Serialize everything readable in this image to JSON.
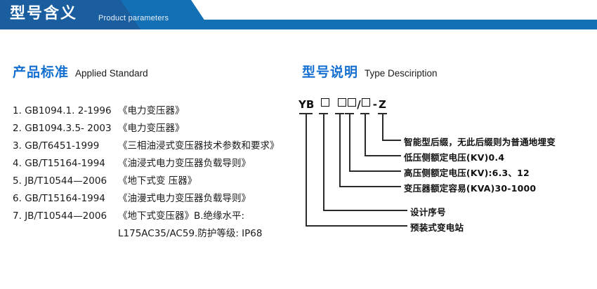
{
  "banner": {
    "title_cn": "型号含义",
    "title_en": "Product parameters",
    "color_dark": "#1a5ea0",
    "color_mid": "#1470b4"
  },
  "sections": {
    "left": {
      "title_cn": "产品标准",
      "title_en": "Applied Standard",
      "accent": "#1470d0"
    },
    "right": {
      "title_cn": "型号说明",
      "title_en": "Type Desciription",
      "accent": "#1470d0"
    }
  },
  "standards": [
    {
      "index": "1.",
      "code": "GB1094.1. 2-1996",
      "name": "《电力变压器》"
    },
    {
      "index": "2.",
      "code": "GB1094.3.5- 2003",
      "name": "《电力变压器》"
    },
    {
      "index": "3.",
      "code": "GB/T6451-1999",
      "name": "《三相油浸式变压器技术参数和要求》"
    },
    {
      "index": "4.",
      "code": "GB/T15164-1994",
      "name": "《油浸式电力变压器负载导则》"
    },
    {
      "index": "5.",
      "code": "JB/T10544—2006",
      "name": "《地下式变 压器》"
    },
    {
      "index": "6.",
      "code": "GB/T15164-1994",
      "name": "《油漫式电力变压器负载导则》"
    },
    {
      "index": "7.",
      "code": "JB/T10544—2006",
      "name": "《地下式变压器》B.绝缘水平:"
    }
  ],
  "standards_continuation": "L175AC35/AC59.防护等级: IP68",
  "type_code": {
    "prefix": "YB",
    "segments": [
      "YB",
      "box",
      "box",
      "box",
      "/",
      "box",
      "-",
      "Z"
    ],
    "display": "YB □ □□/□ - Z",
    "suffix": "Z",
    "separator": "/",
    "dash": "-"
  },
  "callouts": [
    {
      "id": "suffix",
      "text": "智能型后缀，无此后缀则为普通地埋变"
    },
    {
      "id": "lv",
      "text": "低压侧额定电压(KV)0.4"
    },
    {
      "id": "hv",
      "text": "高压侧额定电压(KV):6.3、12"
    },
    {
      "id": "capacity",
      "text": "变压器额定容易(KVA)30-1000"
    },
    {
      "id": "design",
      "text": "设计序号"
    },
    {
      "id": "station",
      "text": "预装式变电站"
    }
  ]
}
